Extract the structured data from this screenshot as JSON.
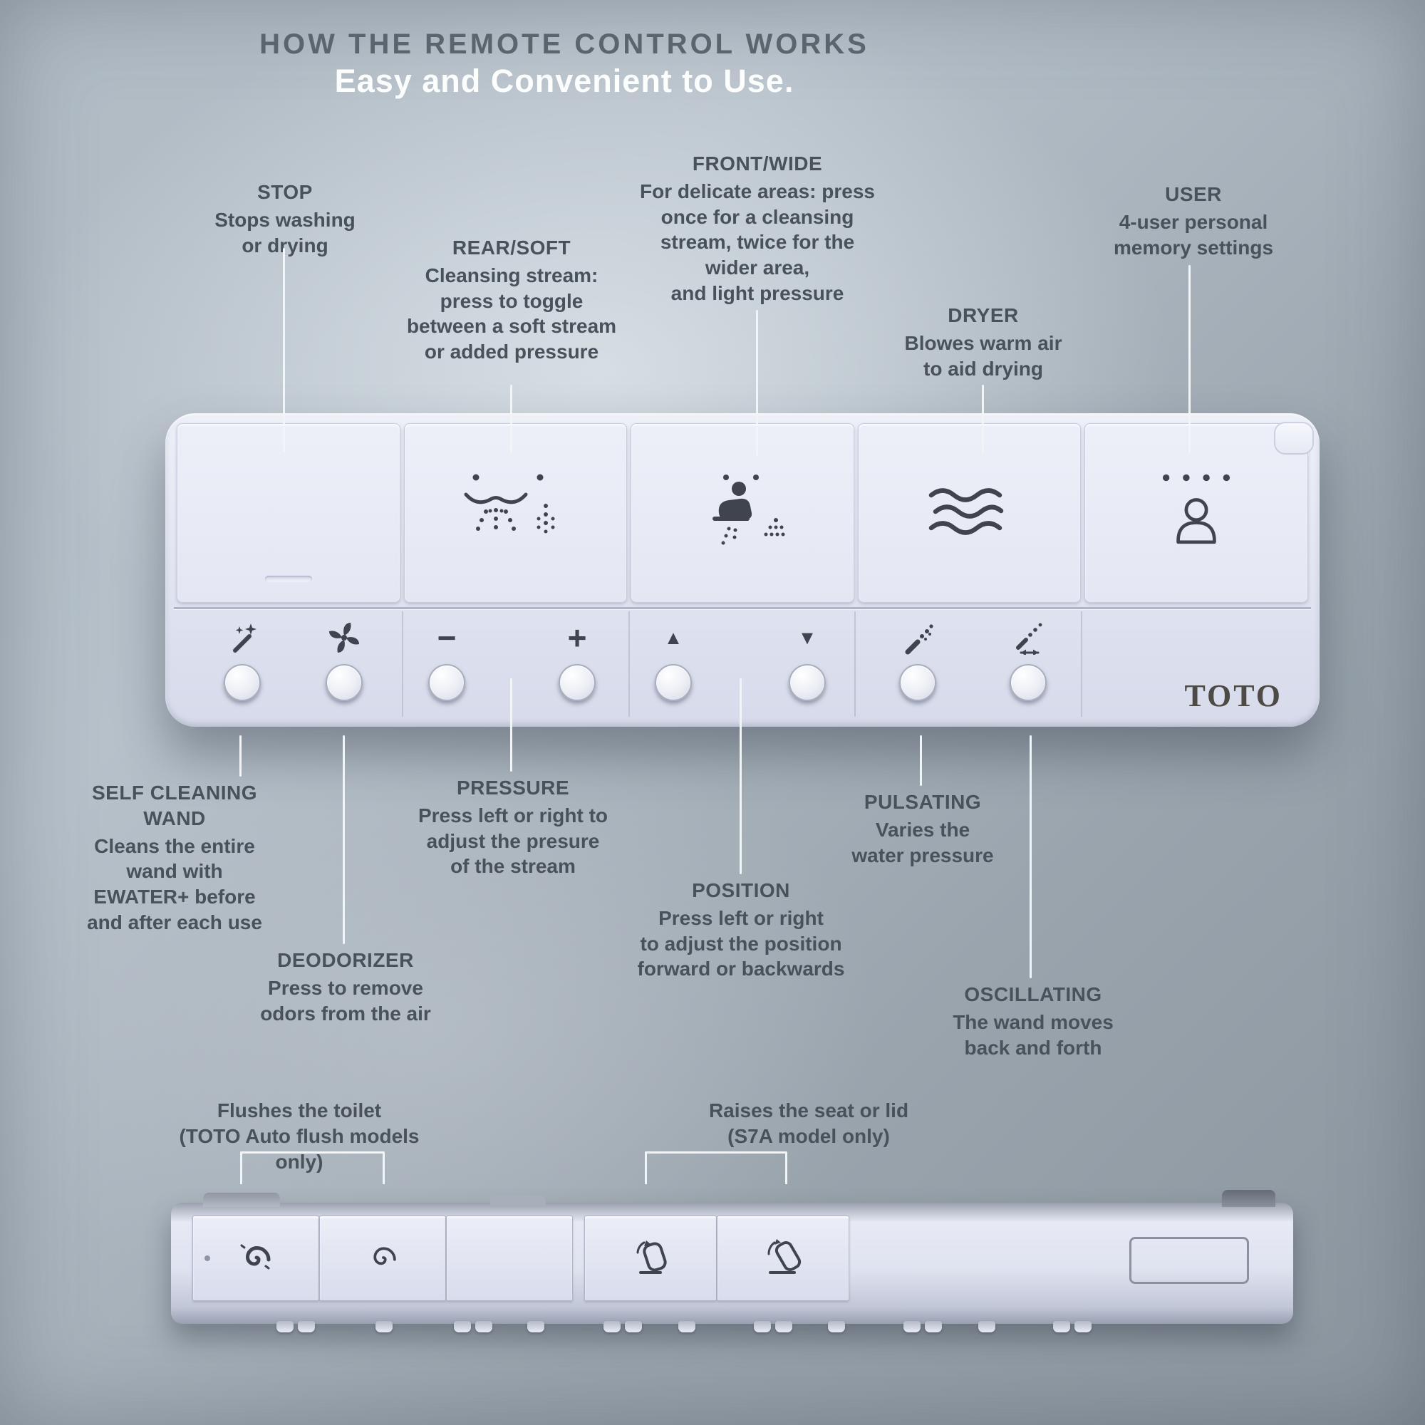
{
  "header": {
    "title": "HOW THE REMOTE CONTROL WORKS",
    "subtitle": "Easy and Convenient to Use."
  },
  "brand": "TOTO",
  "glyphs": {
    "minus": "−",
    "plus": "+",
    "up": "▲",
    "down": "▼"
  },
  "callouts_top": [
    {
      "id": "stop",
      "title": "STOP",
      "desc": "Stops washing\nor drying"
    },
    {
      "id": "rear-soft",
      "title": "REAR/SOFT",
      "desc": "Cleansing stream:\npress to toggle\nbetween a soft stream\nor added pressure"
    },
    {
      "id": "front-wide",
      "title": "FRONT/WIDE",
      "desc": "For delicate areas: press\nonce for a cleansing\nstream,  twice for the\nwider area,\nand light pressure"
    },
    {
      "id": "dryer",
      "title": "DRYER",
      "desc": "Blowes warm air\nto aid drying"
    },
    {
      "id": "user",
      "title": "USER",
      "desc": "4-user personal\nmemory settings"
    }
  ],
  "callouts_bottom": [
    {
      "id": "self-cleaning-wand",
      "title": "SELF CLEANING\nWAND",
      "desc": "Cleans the entire\nwand with\nEWATER+ before\nand after each use"
    },
    {
      "id": "deodorizer",
      "title": "DEODORIZER",
      "desc": "Press to remove\nodors from the air"
    },
    {
      "id": "pressure",
      "title": "PRESSURE",
      "desc": "Press left or right to\nadjust the presure\nof the stream"
    },
    {
      "id": "position",
      "title": "POSITION",
      "desc": "Press left or right\nto adjust the position\nforward or backwards"
    },
    {
      "id": "pulsating",
      "title": "PULSATING",
      "desc": "Varies the\nwater pressure"
    },
    {
      "id": "oscillating",
      "title": "OSCILLATING",
      "desc": "The wand moves\nback and forth"
    }
  ],
  "side_labels": [
    {
      "id": "flush",
      "text": "Flushes the toilet\n(TOTO Auto flush models only)"
    },
    {
      "id": "seat-lid",
      "text": "Raises the seat or lid\n(S7A model only)"
    }
  ],
  "icons": {
    "stop": "filled-square",
    "rear_soft": "rear-cleansing-spray",
    "front_wide": "seated-person-with-wide-spray",
    "dryer": "warm-air-waves",
    "user": "person-bust-with-four-dots",
    "self_cleaning_wand": "sparkle-wand",
    "deodorizer": "fan",
    "pressure_minus": "−",
    "pressure_plus": "+",
    "position_up": "▲",
    "position_down": "▼",
    "pulsating": "dotted-spray",
    "oscillating": "dotted-spray-with-double-arrow",
    "flush_full": "swirl",
    "flush_light": "swirl-light",
    "seat_raise": "seat-lift-arrow",
    "lid_raise": "lid-lift-arrow"
  },
  "colors": {
    "background_light": "#c3ccd3",
    "background_dark": "#8e98a1",
    "remote_body": "#e3e6f2",
    "icon": "#3f444e",
    "text": "#49525a",
    "title": "#5c656d",
    "subtitle": "#ffffff",
    "connector_line": "#f2f5f7"
  }
}
